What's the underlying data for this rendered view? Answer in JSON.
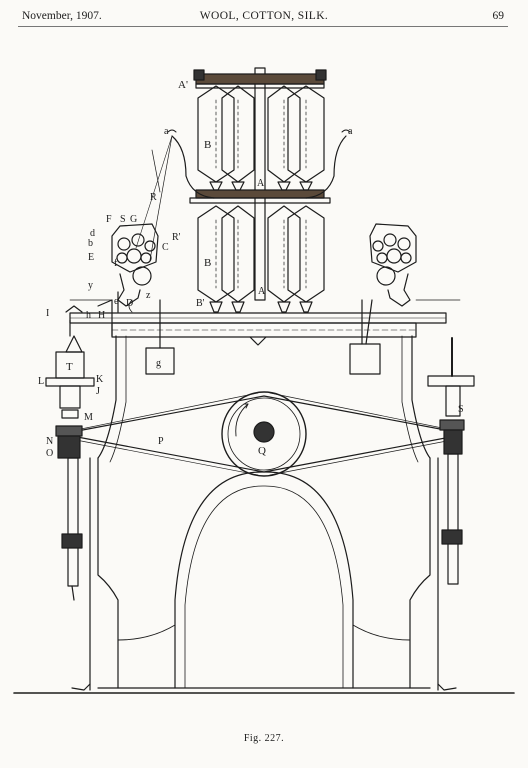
{
  "header": {
    "date": "November, 1907.",
    "title": "WOOL, COTTON, SILK.",
    "page": "69"
  },
  "figure": {
    "caption": "Fig. 227.",
    "labels": {
      "a_left": "a",
      "a_right": "a",
      "A_top": "A'",
      "A_mid": "A",
      "A_low": "A",
      "B_top": "B",
      "B_low": "B",
      "B_prime": "B'",
      "R": "R",
      "R_prime": "R'",
      "F": "F",
      "S": "S",
      "G": "G",
      "d": "d",
      "b": "b",
      "E": "E",
      "f": "f",
      "C": "C",
      "y": "y",
      "I": "I",
      "h": "h",
      "H": "H",
      "e": "e",
      "D": "D",
      "z": "z",
      "g": "g",
      "T": "T",
      "L": "L",
      "K": "K",
      "J": "J",
      "M": "M",
      "N": "N",
      "O": "O",
      "P": "P",
      "Q": "Q",
      "S_right": "S"
    }
  }
}
